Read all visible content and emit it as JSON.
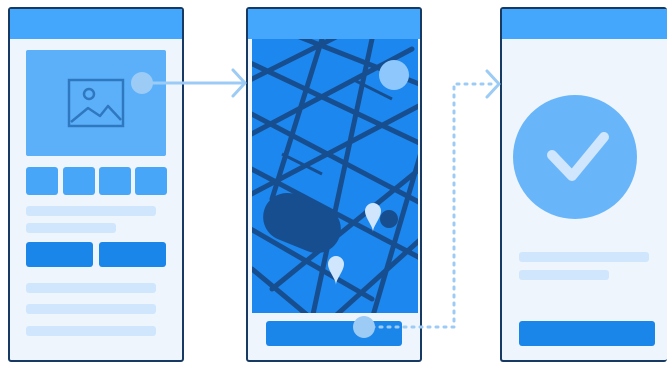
{
  "diagram": {
    "screens": [
      {
        "name": "product-screen",
        "content": [
          "image-placeholder",
          "thumbnail-row",
          "text-lines",
          "two-buttons",
          "text-lines"
        ]
      },
      {
        "name": "map-screen",
        "content": [
          "street-map",
          "location-pins",
          "action-button"
        ]
      },
      {
        "name": "confirmation-screen",
        "content": [
          "check-circle",
          "text-lines",
          "action-button"
        ]
      }
    ],
    "connectors": [
      {
        "from": "product-screen",
        "to": "map-screen",
        "style": "solid-arrow"
      },
      {
        "from": "map-screen",
        "to": "confirmation-screen",
        "style": "dotted-arrow"
      }
    ],
    "colors": {
      "outline": "#163a63",
      "header": "#45a7fb",
      "primary": "#1b86ea",
      "light": "#cfe6fc",
      "panel": "#eef5fd",
      "map": "#1c87ee",
      "check-circle": "#68b6f9",
      "connector": "#9ccbf5"
    }
  }
}
